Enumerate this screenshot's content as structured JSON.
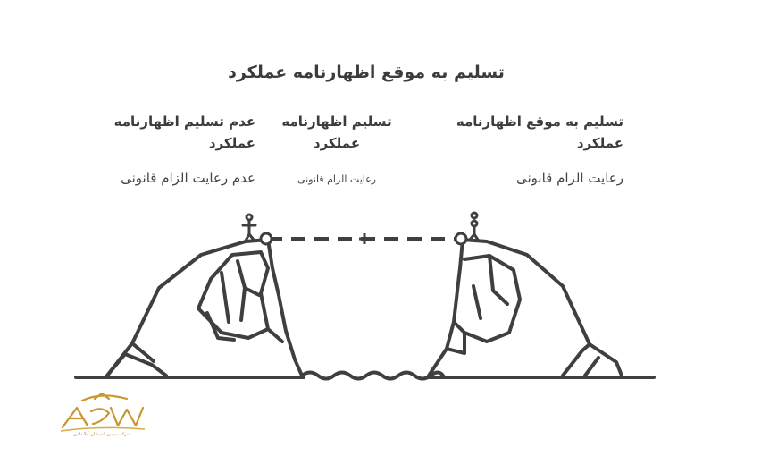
{
  "title": "تسلیم به موقع اظهارنامه عملکرد",
  "columns": [
    {
      "heading_line1": "تسلیم به موقع اظهارنامه",
      "heading_line2": "عملکرد",
      "subtitle": "رعایت الزام قانونی"
    },
    {
      "heading_line1": "تسلیم اظهارنامه",
      "heading_line2": "عملکرد",
      "subtitle": "رعایت الزام قانونی"
    },
    {
      "heading_line1": "عدم تسلیم اظهارنامه",
      "heading_line2": "عملکرد",
      "subtitle": "عدم رعایت الزام قانونی"
    }
  ],
  "logo": {
    "caption": "شرکت بیمین اندیشان آیلا دانین"
  },
  "colors": {
    "stroke": "#3f3f3f",
    "logo_gold": "#c9962e"
  }
}
